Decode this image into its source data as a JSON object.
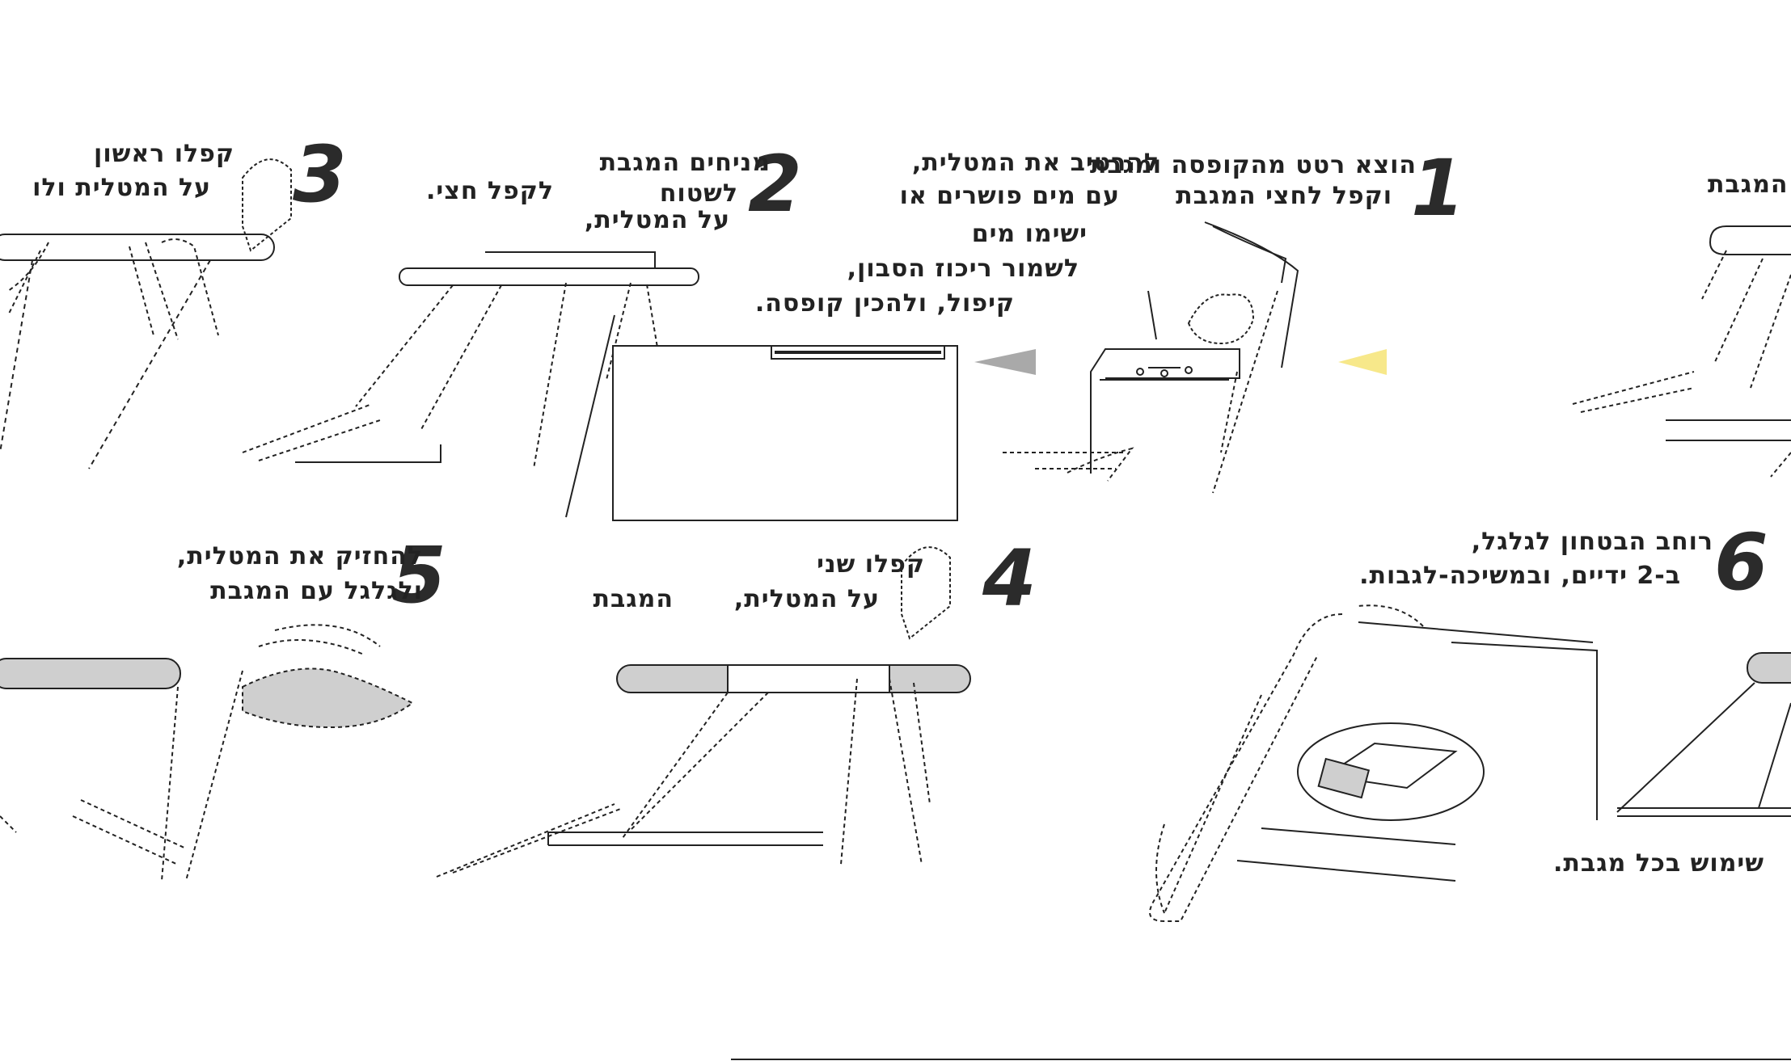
{
  "steps": [
    {
      "number": "1",
      "lines": [
        "הוצא רטט מהקופסה ומגבת",
        "וקפל לחצי המגבת"
      ]
    },
    {
      "number": "2",
      "lines": [
        "להרטיב את המטלית,",
        "עם מים פושרים או",
        "ישימו מים",
        "לשמור ריכוז הסבון,",
        "קיפול, ולהכין קופסה."
      ],
      "side_lines": [
        "מניחים המגבת",
        "לשטוח",
        "על המטלית,"
      ]
    },
    {
      "number": "3",
      "lines": [
        "קפלו ראשון",
        "על המטלית ולו"
      ],
      "side_lines": [
        "לקפל חצי."
      ]
    },
    {
      "number": "4",
      "lines": [
        "קפלו שני",
        "על המטלית,"
      ],
      "side_lines": [
        "המגבת"
      ]
    },
    {
      "number": "5",
      "lines": [
        "להחזיק את המטלית,",
        "ולגלגל עם המגבת"
      ]
    },
    {
      "number": "6",
      "lines": [
        "רוחב הבטחון לגלגל,",
        "ב-2 ידיים, ובמשיכה-לגבות."
      ],
      "footer": "שימוש בכל מגבת."
    }
  ],
  "edge_text": "המגבת",
  "colors": {
    "ink": "#222222",
    "arrow_yellow": "#f7e88a",
    "arrow_gray": "#a9a9a9",
    "bar_gray": "#cfcfcf"
  }
}
